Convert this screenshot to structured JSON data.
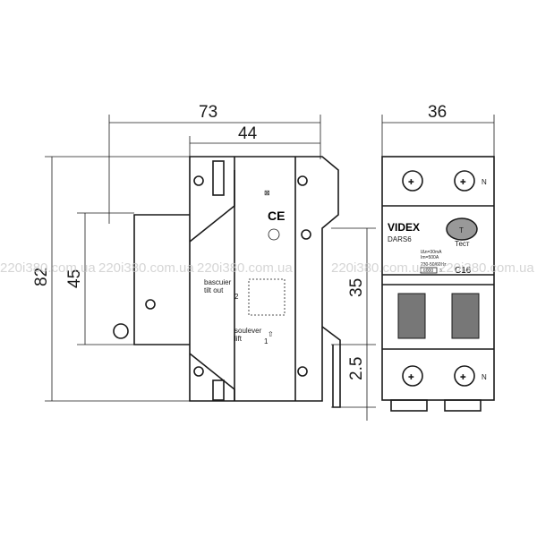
{
  "dimensions": {
    "overall_depth": "73",
    "body_depth": "44",
    "width": "36",
    "overall_height": "82",
    "front_height": "45",
    "window_height": "35",
    "rail_offset": "2.5"
  },
  "side_label": {
    "tilt_fr": "bascuier",
    "tilt_en": "tilt out",
    "lift_fr": "soulever",
    "lift_en": "lift",
    "step1": "1",
    "step2": "2"
  },
  "front": {
    "brand": "VIDEX",
    "model": "DARS6",
    "test_button": "T",
    "test_label": "Тест",
    "idn": "IΔn=30mA",
    "im": "Im=500A",
    "voltage": "230-50/60Hz",
    "breaking": "6000",
    "class": "3",
    "rating": "C16",
    "terminal_top": "N",
    "terminal_bottom": "N"
  },
  "watermark": "220i380.com.ua"
}
